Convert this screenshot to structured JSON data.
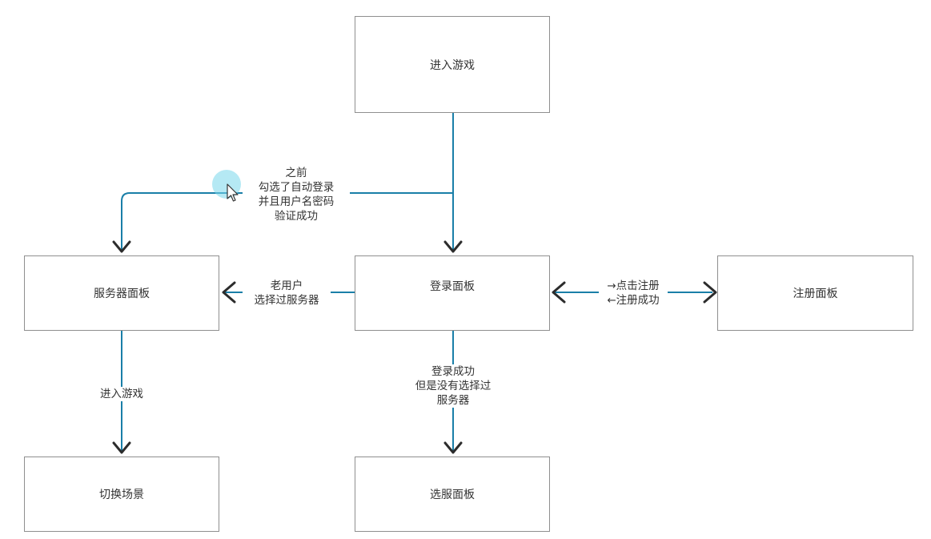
{
  "nodes": {
    "enter_game": "进入游戏",
    "login_panel": "登录面板",
    "server_panel": "服务器面板",
    "register_panel": "注册面板",
    "switch_scene": "切换场景",
    "select_server_panel": "选服面板"
  },
  "edges": {
    "auto_login": [
      "之前",
      "勾选了自动登录",
      "并且用户名密码",
      "验证成功"
    ],
    "old_user": [
      "老用户",
      "选择过服务器"
    ],
    "register": [
      "→点击注册",
      "←注册成功"
    ],
    "login_success": [
      "登录成功",
      "但是没有选择过",
      "服务器"
    ],
    "enter_game_edge": "进入游戏"
  },
  "colors": {
    "edge": "#1a7fa8",
    "arrowhead": "#2c2c2c",
    "node_border": "#8f8f8f",
    "cursor_halo": "#78d7eb"
  },
  "icons": {
    "cursor": "mouse-pointer-icon"
  }
}
